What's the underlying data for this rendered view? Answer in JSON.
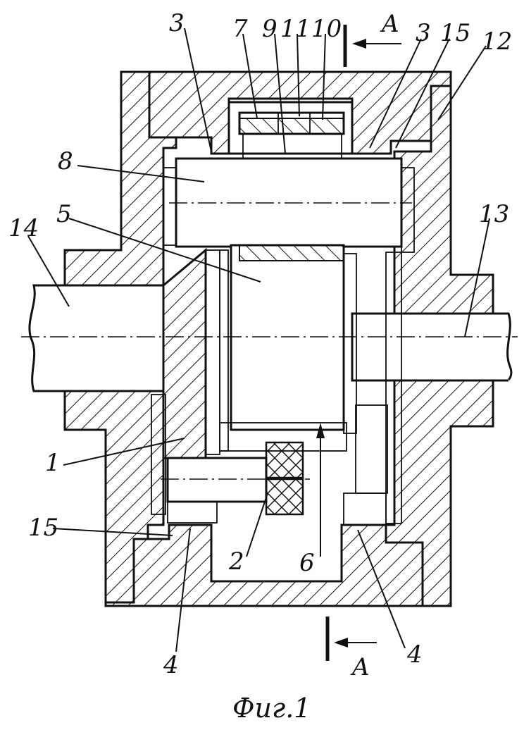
{
  "labels": {
    "p1": "1",
    "p2": "2",
    "p3_left": "3",
    "p3_right": "3",
    "p4_left": "4",
    "p4_right": "4",
    "p5": "5",
    "p6": "6",
    "p7": "7",
    "p8": "8",
    "p9": "9",
    "p10": "10",
    "p11": "11",
    "p12": "12",
    "p13": "13",
    "p14": "14",
    "p15_left": "15",
    "p15_right": "15",
    "section_top": "A",
    "section_bottom": "A"
  },
  "caption": "Фиг.1"
}
